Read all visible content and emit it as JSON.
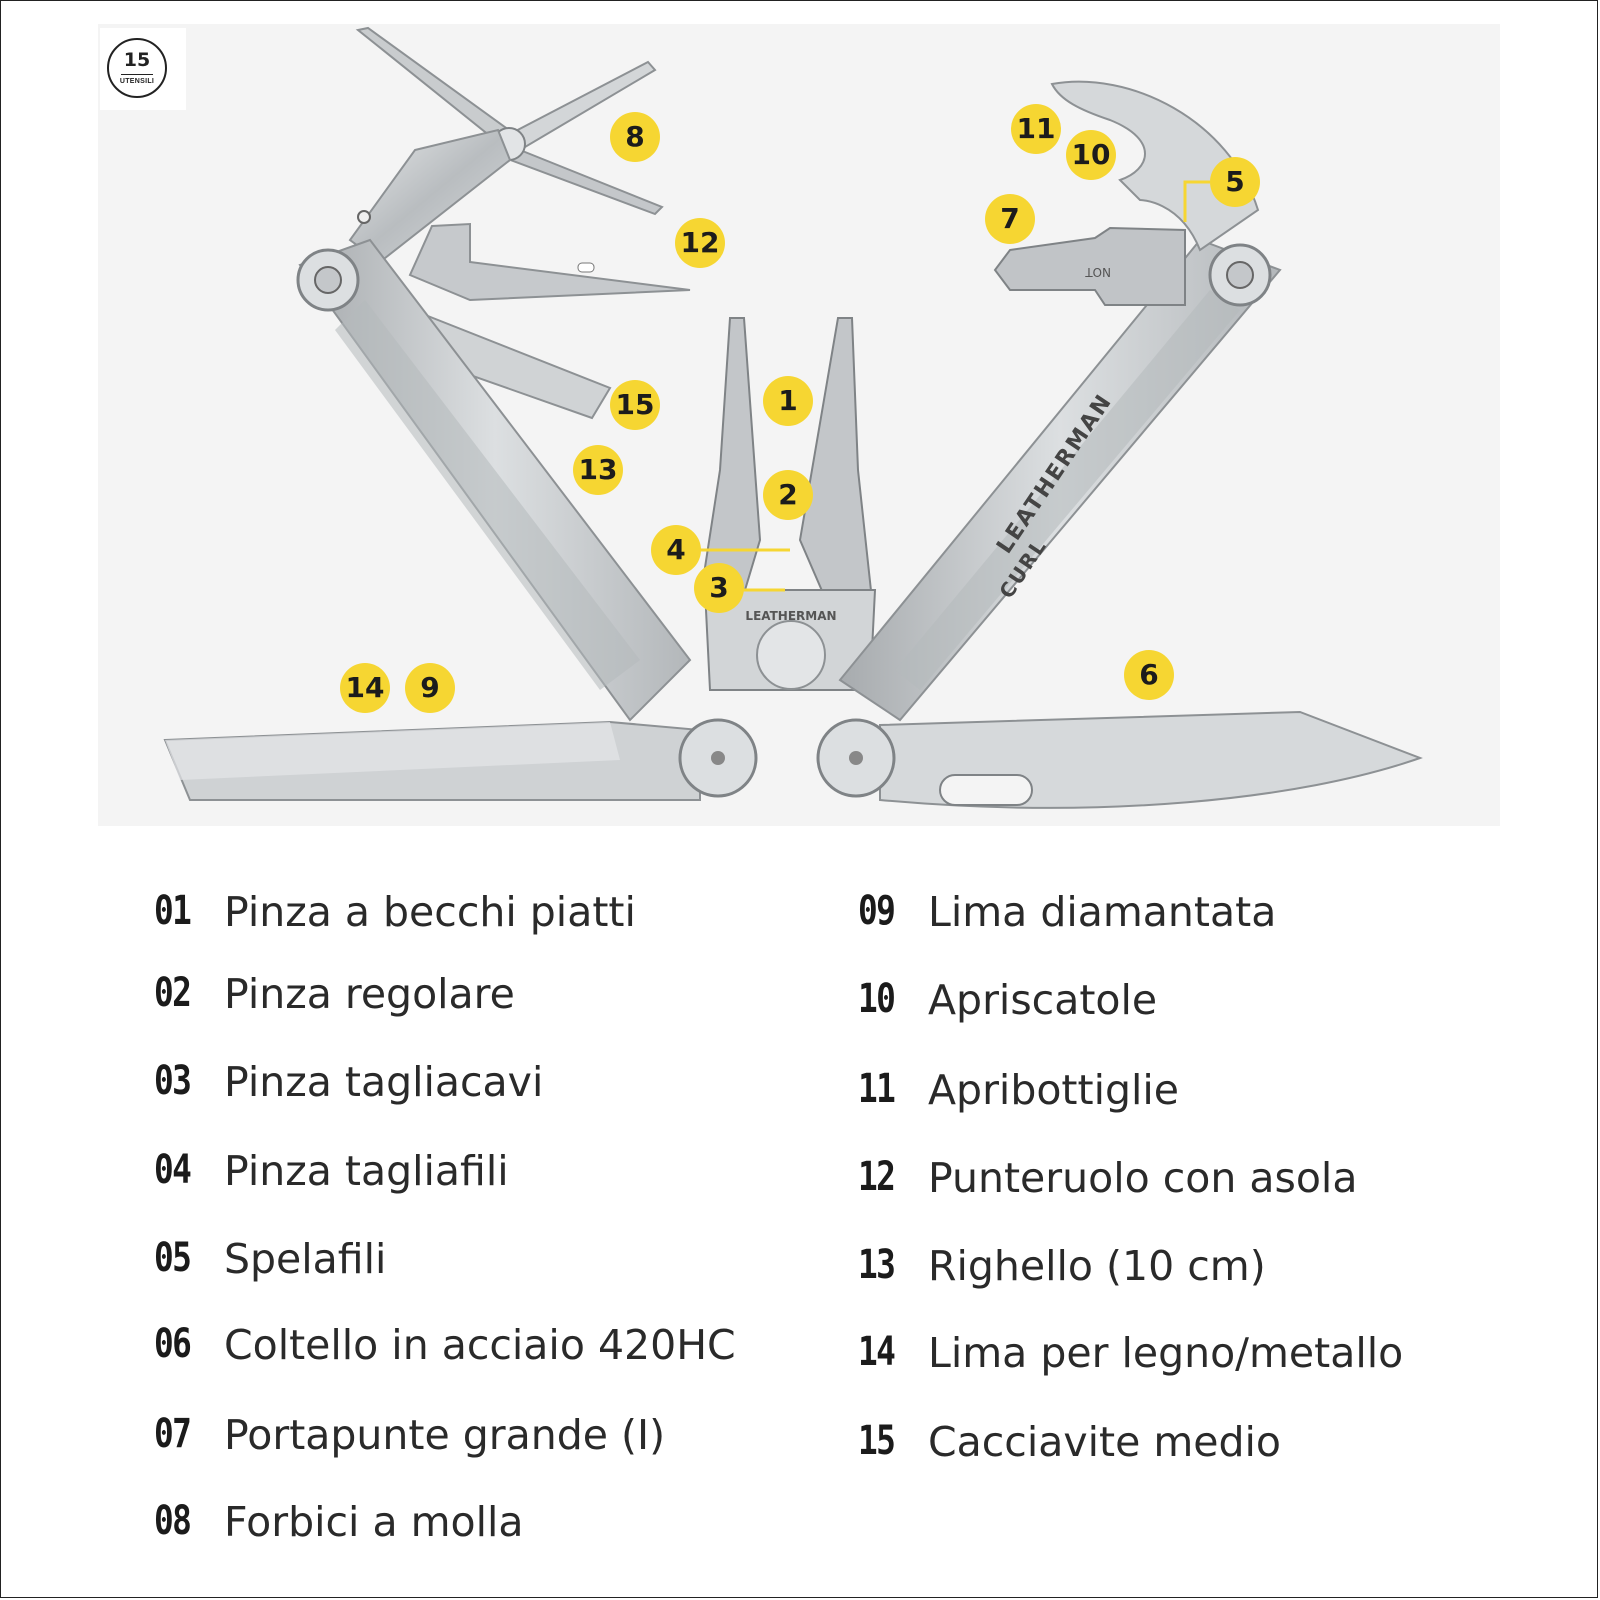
{
  "badge": {
    "count": "15",
    "caption": "UTENSILI"
  },
  "engraving": {
    "handle_brand": "LEATHERMAN",
    "handle_model": "CURL",
    "pivot_brand": "LEATHERMAN",
    "bit_text": "NOT"
  },
  "colors": {
    "callout": "#f6d632",
    "steel": "#c9ccce",
    "background": "#f4f4f4"
  },
  "callouts": [
    "1",
    "2",
    "3",
    "4",
    "5",
    "6",
    "7",
    "8",
    "9",
    "10",
    "11",
    "12",
    "13",
    "14",
    "15"
  ],
  "tools_left": [
    {
      "no": "01",
      "name": "Pinza a becchi piatti"
    },
    {
      "no": "02",
      "name": "Pinza regolare"
    },
    {
      "no": "03",
      "name": "Pinza tagliacavi"
    },
    {
      "no": "04",
      "name": "Pinza tagliafili"
    },
    {
      "no": "05",
      "name": "Spelafili"
    },
    {
      "no": "06",
      "name": "Coltello in acciaio 420HC"
    },
    {
      "no": "07",
      "name": "Portapunte grande (I)"
    },
    {
      "no": "08",
      "name": "Forbici a molla"
    }
  ],
  "tools_right": [
    {
      "no": "09",
      "name": "Lima diamantata"
    },
    {
      "no": "10",
      "name": "Apriscatole"
    },
    {
      "no": "11",
      "name": "Apribottiglie"
    },
    {
      "no": "12",
      "name": "Punteruolo con asola"
    },
    {
      "no": "13",
      "name": "Righello (10 cm)"
    },
    {
      "no": "14",
      "name": "Lima per legno/metallo"
    },
    {
      "no": "15",
      "name": "Cacciavite medio"
    }
  ]
}
